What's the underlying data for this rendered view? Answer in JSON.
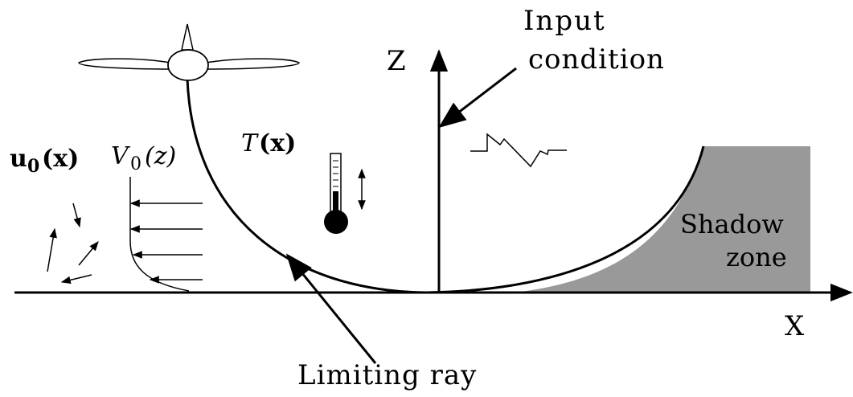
{
  "labels": {
    "input_line1": "Input",
    "input_line2": "condition",
    "z_axis": "Z",
    "x_axis": "X",
    "wind_vector": "u",
    "wind_vector_sub": "0",
    "wind_vector_arg": "(x)",
    "wind_profile": "V",
    "wind_profile_sub": "0",
    "wind_profile_arg": "(z)",
    "temperature": "T",
    "temperature_arg": "(x)",
    "shadow_line1": "Shadow",
    "shadow_line2": "zone",
    "limiting_ray": "Limiting ray"
  },
  "colors": {
    "ink": "#000000",
    "shadow_fill": "#999999",
    "aircraft_fill": "#ffffff"
  },
  "icons": {
    "aircraft": "aircraft-icon",
    "thermometer": "thermometer-icon",
    "signature": "n-wave-signature-icon"
  }
}
